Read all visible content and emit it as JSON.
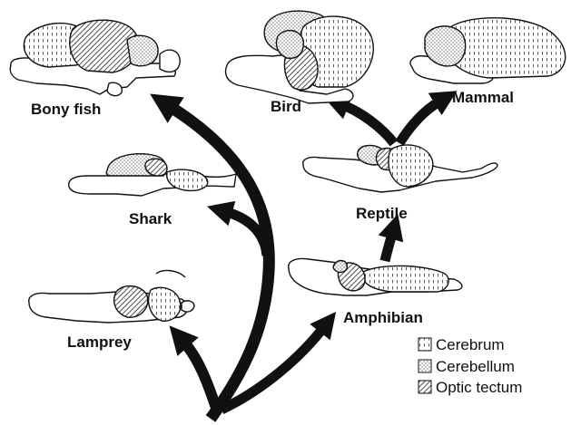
{
  "labels": {
    "bony_fish": "Bony fish",
    "bird": "Bird",
    "mammal": "Mammal",
    "shark": "Shark",
    "reptile": "Reptile",
    "amphibian": "Amphibian",
    "lamprey": "Lamprey"
  },
  "legend": {
    "cerebrum": "Cerebrum",
    "cerebellum": "Cerebellum",
    "optic_tectum": "Optic tectum"
  }
}
